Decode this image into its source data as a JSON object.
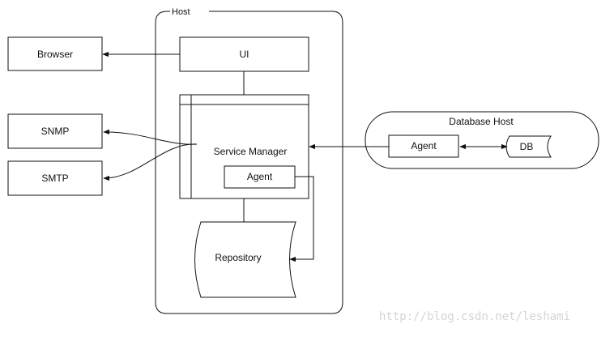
{
  "diagram": {
    "host_label": "Host",
    "ui_label": "UI",
    "service_manager_label": "Service Manager",
    "agent_label": "Agent",
    "repository_label": "Repository",
    "browser_label": "Browser",
    "snmp_label": "SNMP",
    "smtp_label": "SMTP",
    "database_host_label": "Database Host",
    "db_agent_label": "Agent",
    "db_label": "DB"
  },
  "watermark": "http://blog.csdn.net/leshami",
  "colors": {
    "line": "#111111",
    "watermark": "#d4d4d4",
    "background": "#ffffff"
  }
}
